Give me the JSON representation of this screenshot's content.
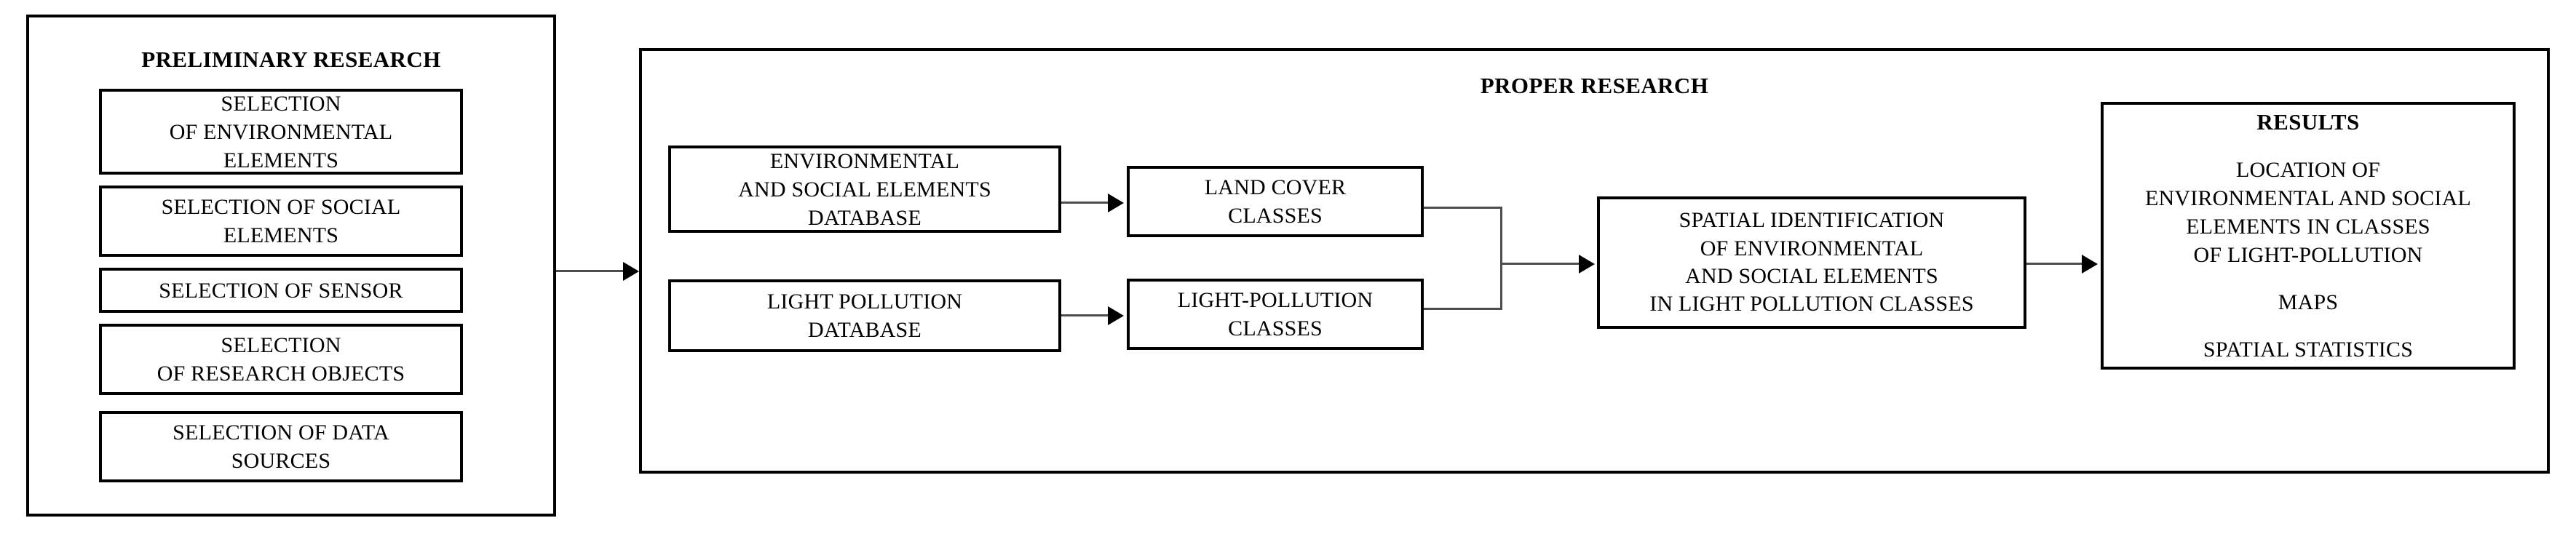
{
  "diagram": {
    "title": "Research methodology flowchart",
    "stroke_color": "#000000",
    "connector_color": "#4d4d4d",
    "background": "#ffffff"
  },
  "preliminary_panel": {
    "title": "PRELIMINARY RESEARCH",
    "steps": [
      {
        "id": "selection-environmental-elements",
        "lines": [
          "SELECTION",
          "OF ENVIRONMENTAL",
          "ELEMENTS"
        ]
      },
      {
        "id": "selection-social-elements",
        "lines": [
          "SELECTION OF SOCIAL",
          "ELEMENTS"
        ]
      },
      {
        "id": "selection-sensor",
        "lines": [
          "SELECTION OF SENSOR"
        ]
      },
      {
        "id": "selection-research-objects",
        "lines": [
          "SELECTION",
          "OF RESEARCH OBJECTS"
        ]
      },
      {
        "id": "selection-data-sources",
        "lines": [
          "SELECTION OF DATA",
          "SOURCES"
        ]
      }
    ]
  },
  "proper_panel": {
    "title": "PROPER RESEARCH",
    "databases": [
      {
        "id": "environmental-social-database",
        "lines": [
          "ENVIRONMENTAL",
          "AND SOCIAL ELEMENTS",
          "DATABASE"
        ]
      },
      {
        "id": "light-pollution-database",
        "lines": [
          "LIGHT POLLUTION",
          "DATABASE"
        ]
      }
    ],
    "classes": [
      {
        "id": "land-cover-classes",
        "lines": [
          "LAND COVER",
          "CLASSES"
        ]
      },
      {
        "id": "light-pollution-classes",
        "lines": [
          "LIGHT-POLLUTION",
          "CLASSES"
        ]
      }
    ],
    "spatial_identification": {
      "id": "spatial-identification",
      "lines": [
        "SPATIAL IDENTIFICATION",
        "OF ENVIRONMENTAL",
        "AND SOCIAL ELEMENTS",
        "IN LIGHT POLLUTION CLASSES"
      ]
    },
    "results": {
      "id": "results",
      "title": "RESULTS",
      "groups": [
        {
          "id": "results-location",
          "lines": [
            "LOCATION OF",
            "ENVIRONMENTAL AND SOCIAL",
            "ELEMENTS IN CLASSES",
            "OF LIGHT-POLLUTION"
          ]
        },
        {
          "id": "results-maps",
          "lines": [
            "MAPS"
          ]
        },
        {
          "id": "results-spatial-statistics",
          "lines": [
            "SPATIAL STATISTICS"
          ]
        }
      ]
    }
  },
  "connectors": [
    {
      "id": "preliminary-to-proper",
      "from": "preliminary-panel",
      "to": "proper-panel"
    },
    {
      "id": "env-db-to-land-cover",
      "from": "environmental-social-database",
      "to": "land-cover-classes"
    },
    {
      "id": "lp-db-to-lp-classes",
      "from": "light-pollution-database",
      "to": "light-pollution-classes"
    },
    {
      "id": "classes-merge-to-spatial",
      "from": "land-cover-classes,light-pollution-classes",
      "to": "spatial-identification"
    },
    {
      "id": "spatial-to-results",
      "from": "spatial-identification",
      "to": "results"
    }
  ]
}
